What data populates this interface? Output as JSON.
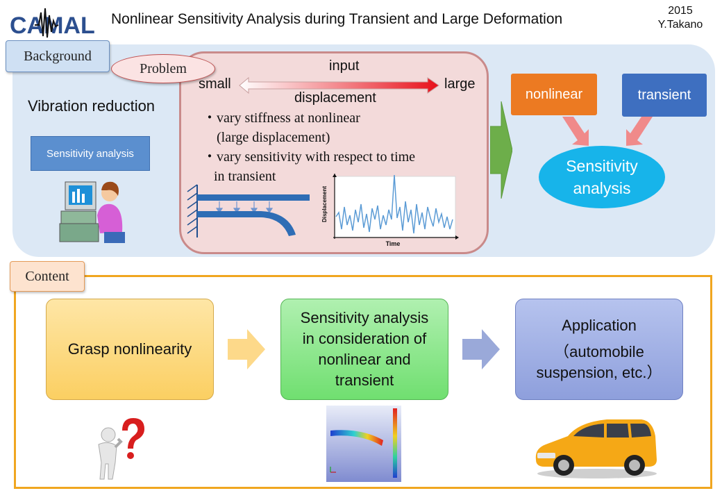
{
  "header": {
    "logo_text": "CAMAL",
    "title": "Nonlinear Sensitivity Analysis during Transient and Large Deformation",
    "year": "2015",
    "author": "Y.Takano"
  },
  "background": {
    "tag": "Background",
    "vibration": "Vibration reduction",
    "sensitivity_box": "Sensitivity analysis",
    "problem": {
      "tag": "Problem",
      "input": "input",
      "small": "small",
      "large": "large",
      "displacement": "displacement",
      "bullet1_line1": "・vary stiffness at nonlinear",
      "bullet1_line2": "(large displacement)",
      "bullet2_line1": "・vary sensitivity with respect to time",
      "bullet2_line2": "in transient",
      "plot_ylabel": "Displacement",
      "plot_xlabel": "Time"
    },
    "nonlinear": "nonlinear",
    "transient": "transient",
    "sensitivity_line1": "Sensitivity",
    "sensitivity_line2": "analysis"
  },
  "content": {
    "tag": "Content",
    "box1": "Grasp nonlinearity",
    "box2_lines": [
      "Sensitivity analysis",
      "in consideration of",
      "nonlinear and",
      "transient"
    ],
    "box3_line1": "Application",
    "box3_line2": "（automobile",
    "box3_line3": "suspension, etc.）"
  },
  "colors": {
    "panel": "#dce8f5",
    "problem_bg": "#f3dada",
    "nonlinear": "#ec7a22",
    "transient": "#3e6fc0",
    "sensitivity": "#17b4ea",
    "content_border": "#f0a620"
  },
  "icons": [
    "logo-waveform-icon",
    "person-computer-icon",
    "question-person-icon",
    "beam-deformation-icon",
    "car-icon"
  ]
}
